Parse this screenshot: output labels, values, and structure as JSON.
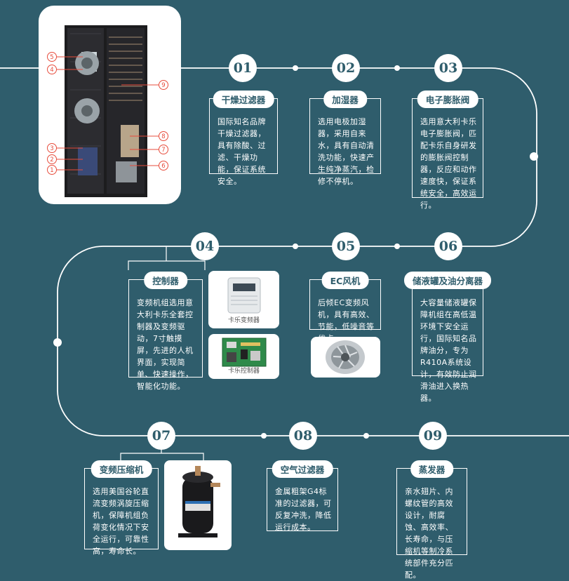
{
  "colors": {
    "background": "#2f5d6c",
    "line": "#ffffff",
    "accent": "#2f5d6c"
  },
  "hero": {
    "callouts": [
      "5",
      "4",
      "9",
      "3",
      "2",
      "1",
      "8",
      "7",
      "6"
    ]
  },
  "steps": [
    {
      "num": "01",
      "title": "干燥过滤器",
      "text": "国际知名品牌干燥过滤器，具有除酸、过滤、干燥功能，保证系统安全。"
    },
    {
      "num": "02",
      "title": "加湿器",
      "text": "选用电极加湿器，采用自来水，具有自动清洗功能，快速产生纯净蒸汽，检修不停机。"
    },
    {
      "num": "03",
      "title": "电子膨胀阀",
      "text": "选用意大利卡乐电子膨胀阀，匹配卡乐自身研发的膨胀阀控制器，反应和动作速度快，保证系统安全，高效运行。"
    },
    {
      "num": "04",
      "title": "控制器",
      "text": "变频机组选用意大利卡乐全套控制器及变频驱动，7寸触摸屏，先进的人机界面，实现简单、快速操作，智能化功能。"
    },
    {
      "num": "05",
      "title": "EC风机",
      "text": "后倾EC变频风机，具有高效、节能，低噪音等优点。"
    },
    {
      "num": "06",
      "title": "储液罐及油分离器",
      "text": "大容量储液罐保障机组在高低温环境下安全运行，国际知名品牌油分，专为R410A系统设计，有效防止润滑油进入换热器。"
    },
    {
      "num": "07",
      "title": "变频压缩机",
      "text": "选用美国谷轮直流变频涡旋压缩机，保障机组负荷变化情况下安全运行，可靠性高，寿命长。"
    },
    {
      "num": "08",
      "title": "空气过滤器",
      "text": "金属粗架G4标准的过滤器，可反复冲洗，降低运行成本。"
    },
    {
      "num": "09",
      "title": "蒸发器",
      "text": "亲水翅片、内螺纹管的高效设计，耐腐蚀、高效率、长寿命，与压缩机等制冷系统部件充分匹配。"
    }
  ],
  "photos": {
    "drive_caption": "卡乐变频器",
    "controller_caption": "卡乐控制器"
  }
}
